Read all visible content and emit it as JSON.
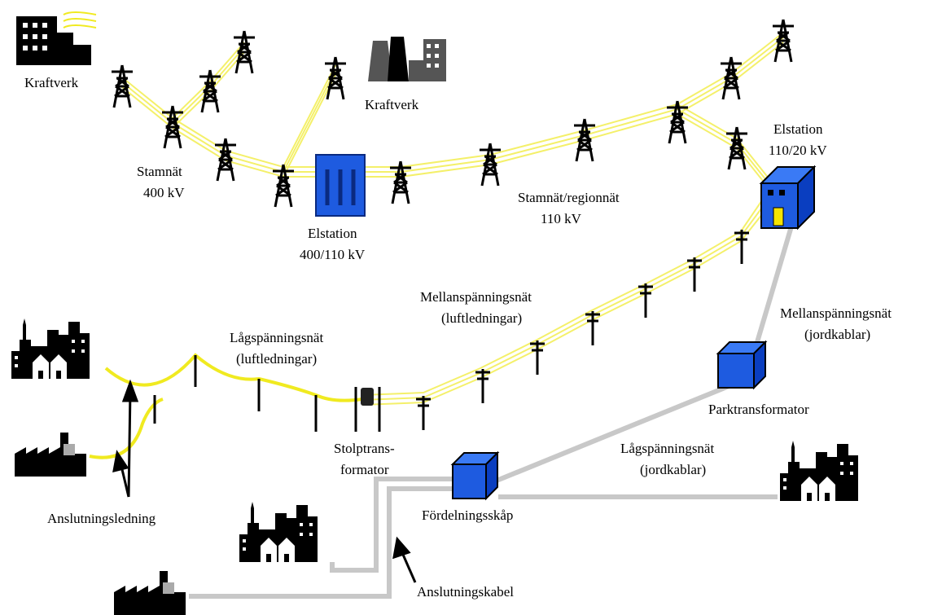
{
  "labels": {
    "kraftverk_1": "Kraftverk",
    "kraftverk_2": "Kraftverk",
    "stamnat_line1": "Stamnät",
    "stamnat_line2": "400 kV",
    "elstation_400_line1": "Elstation",
    "elstation_400_line2": "400/110 kV",
    "regionnat_line1": "Stamnät/regionnät",
    "regionnat_line2": "110 kV",
    "elstation_110_line1": "Elstation",
    "elstation_110_line2": "110/20 kV",
    "mellan_luft_line1": "Mellanspänningsnät",
    "mellan_luft_line2": "(luftledningar)",
    "mellan_jord_line1": "Mellanspänningsnät",
    "mellan_jord_line2": "(jordkablar)",
    "lag_luft_line1": "Lågspänningsnät",
    "lag_luft_line2": "(luftledningar)",
    "parktransformator": "Parktransformator",
    "stolptrans_line1": "Stolptrans-",
    "stolptrans_line2": "formator",
    "lag_jord_line1": "Lågspänningsnät",
    "lag_jord_line2": "(jordkablar)",
    "fordelningsskap": "Fördelningsskåp",
    "anslutningsledning": "Anslutningsledning",
    "anslutningskabel": "Anslutningskabel"
  },
  "colors": {
    "power_line": "#f4f06a",
    "cable_overhead": "#f0ea20",
    "ground_cable": "#c8c8c8",
    "station_blue": "#1e5be0",
    "building": "#000000"
  },
  "icons": [
    "power-tower-icon",
    "utility-pole-icon",
    "power-plant-icon",
    "substation-icon",
    "transformer-box-icon",
    "town-icon",
    "factory-icon",
    "arrow-icon"
  ]
}
